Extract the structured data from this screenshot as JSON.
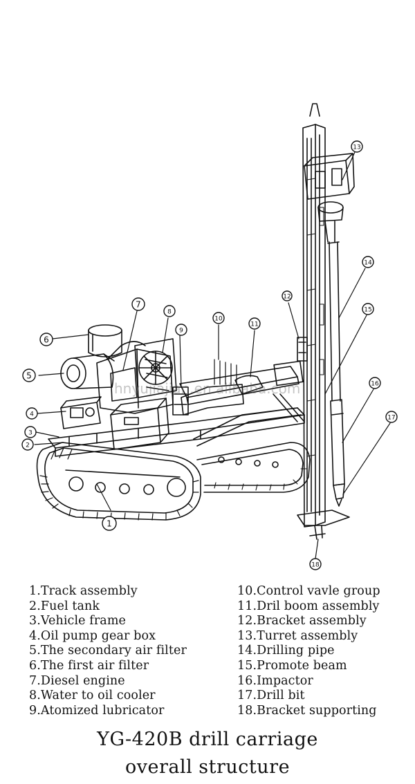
{
  "figure": {
    "callouts": [
      "1",
      "2",
      "3",
      "4",
      "5",
      "6",
      "7",
      "8",
      "9",
      "10",
      "11",
      "12",
      "13",
      "14",
      "15",
      "16",
      "17",
      "18"
    ]
  },
  "legend": {
    "left": [
      "1.Track assembly",
      "2.Fuel tank",
      "3.Vehicle frame",
      "4.Oil pump gear box",
      "5.The secondary air filter",
      "6.The first air filter",
      "7.Diesel engine",
      "8.Water to oil cooler",
      "9.Atomized lubricator"
    ],
    "right": [
      "10.Control vavle group",
      "11.Dril boom assembly",
      "12.Bracket assembly",
      "13.Turret assembly",
      "14.Drilling pipe",
      "15.Promote beam",
      "16.Impactor",
      "17.Drill bit",
      "18.Bracket supporting"
    ]
  },
  "caption": {
    "line1": "YG-420B drill carriage",
    "line2": "overall structure"
  },
  "watermark": "hnyujiajian.en.alibaba.com"
}
